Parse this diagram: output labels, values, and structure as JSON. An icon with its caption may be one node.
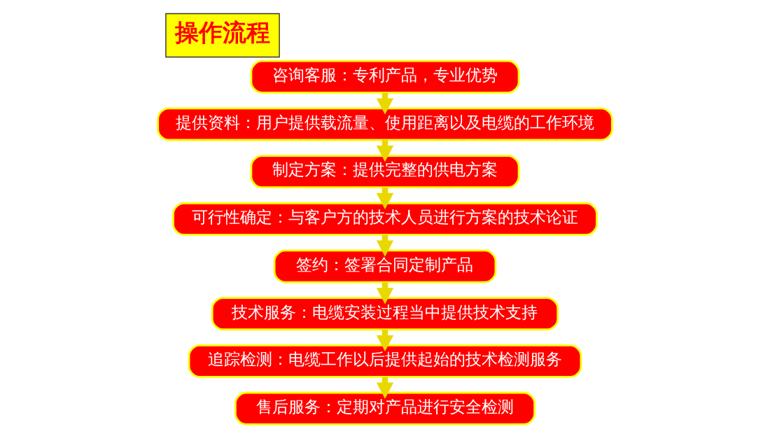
{
  "diagram": {
    "title": "操作流程",
    "nodes": [
      {
        "text": [
          "咨询客服：专利产品，专业优势"
        ]
      },
      {
        "text": [
          "提供资料：用户提供载流量、使用距离以及电缆的工作环境"
        ]
      },
      {
        "text": [
          "制定方案：提供完整的供电方案"
        ]
      },
      {
        "text": [
          "可行性确定：与客户方的技术人员进行方案的技术论证"
        ]
      },
      {
        "text": [
          "签约：签署合同定制产品"
        ]
      },
      {
        "text": [
          "技术服务：电缆安装过程当中提供技术支持"
        ]
      },
      {
        "text": [
          "追踪检测：电缆工作以后提供起始的技术检测服务"
        ]
      },
      {
        "text": [
          "售后服务：定期对产品进行安全检测"
        ]
      }
    ],
    "edges": [
      {
        "from": 0,
        "to": 1,
        "arrow": "to"
      },
      {
        "from": 1,
        "to": 2,
        "arrow": "to"
      },
      {
        "from": 2,
        "to": 3,
        "arrow": "to"
      },
      {
        "from": 3,
        "to": 4,
        "arrow": "to"
      },
      {
        "from": 4,
        "to": 5,
        "arrow": "to"
      },
      {
        "from": 5,
        "to": 6,
        "arrow": "to"
      },
      {
        "from": 6,
        "to": 7,
        "arrow": "to"
      }
    ]
  }
}
